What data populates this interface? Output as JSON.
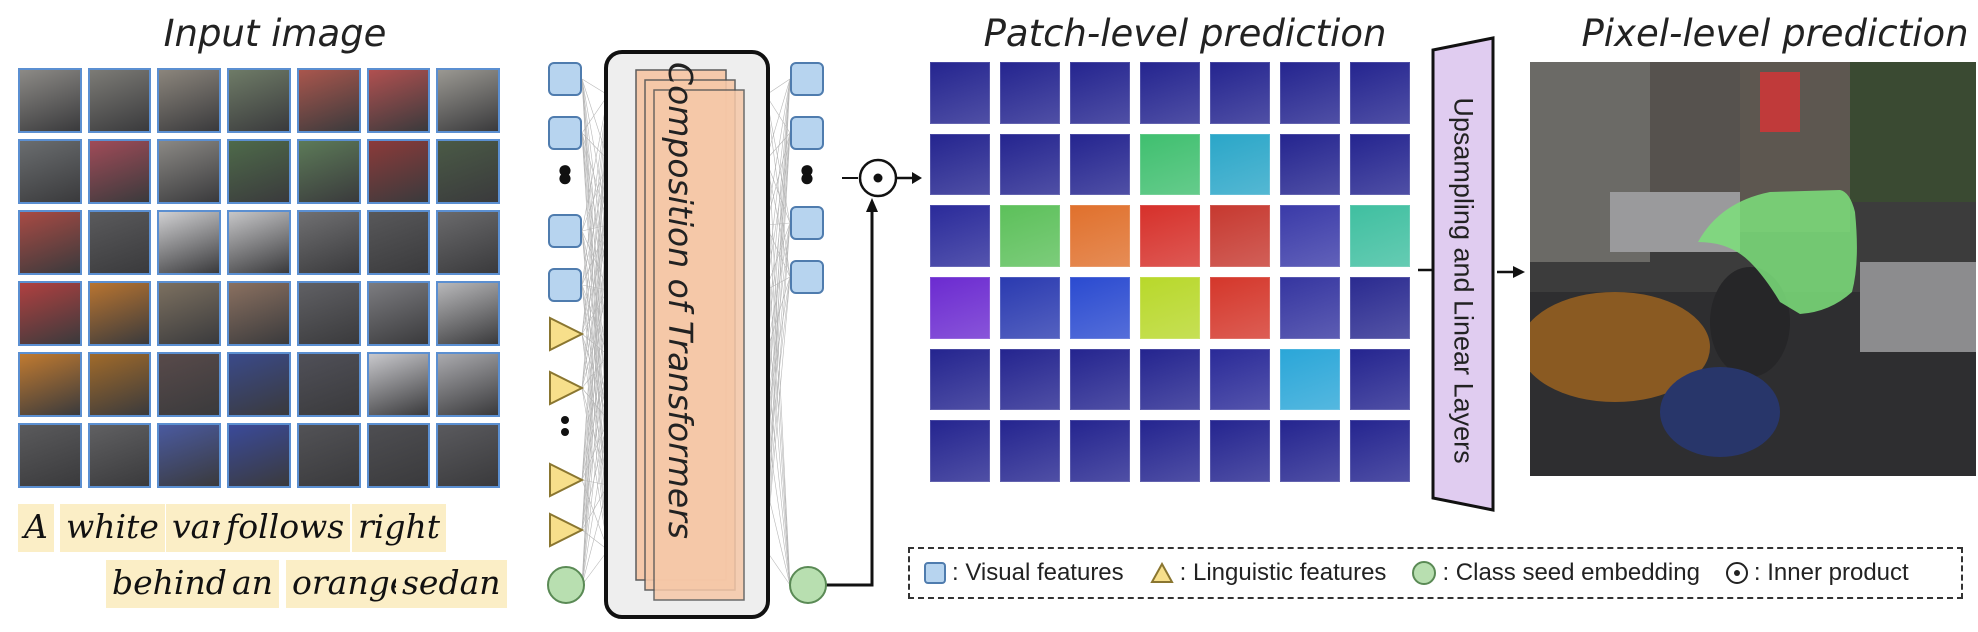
{
  "titles": {
    "input": "Input image",
    "patch": "Patch-level prediction",
    "pixel": "Pixel-level prediction"
  },
  "caption_words_row1": [
    "A",
    "white",
    "van",
    "follows",
    "right"
  ],
  "caption_words_row2": [
    "behind",
    "an",
    "orange",
    "sedan"
  ],
  "composition_label": "Composition of Transformers",
  "upsampling_label": "Upsampling and Linear Layers",
  "legend": {
    "visual": ": Visual features",
    "linguistic": ": Linguistic features",
    "class_seed": ": Class seed embedding",
    "inner": ": Inner product"
  },
  "icons": [
    "square-icon",
    "triangle-icon",
    "circle-icon",
    "odot-icon",
    "arrow-icon"
  ],
  "colors": {
    "visual_fill": "#b7d4ef",
    "linguistic_fill": "#f7df8b",
    "class_seed_fill": "#b8dfb0",
    "upsample_fill": "#e0ccf0",
    "patch_base": "#1a1a8a",
    "mask_green": "#7de07b"
  },
  "patch_heat": [
    [
      "#24248f",
      "#24248f",
      "#24248f",
      "#24248f",
      "#24248f",
      "#24248f",
      "#24248f"
    ],
    [
      "#24248f",
      "#24248f",
      "#24248f",
      "#3fbf6f",
      "#2aa6c8",
      "#24248f",
      "#24248f"
    ],
    [
      "#2a2a9a",
      "#5cc05a",
      "#e0702c",
      "#d6302a",
      "#c6382f",
      "#3a3aa8",
      "#3fbfa0"
    ],
    [
      "#6b2ad0",
      "#2a3ab0",
      "#2a4ad0",
      "#b8d82a",
      "#d4362a",
      "#3535a0",
      "#2a2a90"
    ],
    [
      "#24248f",
      "#24248f",
      "#24248f",
      "#24248f",
      "#2a2a98",
      "#2aa6d8",
      "#24248f"
    ],
    [
      "#24248f",
      "#24248f",
      "#24248f",
      "#24248f",
      "#24248f",
      "#24248f",
      "#24248f"
    ]
  ]
}
